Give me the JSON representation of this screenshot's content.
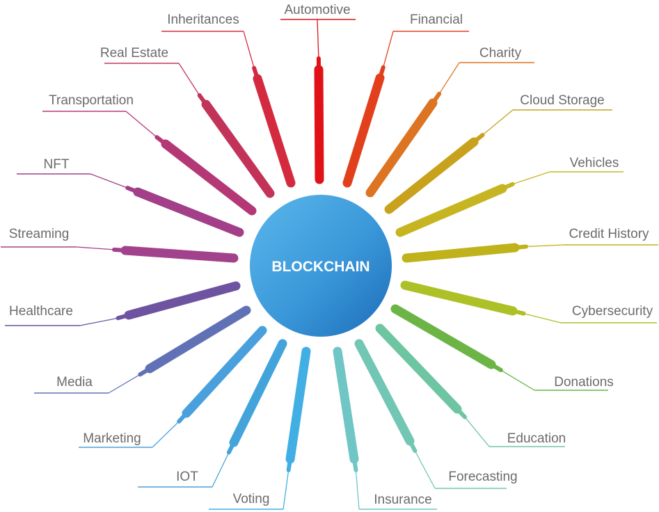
{
  "center": {
    "label": "BLOCKCHAIN",
    "gradient": [
      "#5bb7ea",
      "#3a97d9",
      "#1d6db8"
    ]
  },
  "branches": [
    {
      "id": "automotive",
      "label": "Automotive",
      "color": "#e01217"
    },
    {
      "id": "financial",
      "label": "Financial",
      "color": "#e2401c"
    },
    {
      "id": "charity",
      "label": "Charity",
      "color": "#dd7421"
    },
    {
      "id": "cloud-storage",
      "label": "Cloud Storage",
      "color": "#c9a21d"
    },
    {
      "id": "vehicles",
      "label": "Vehicles",
      "color": "#c6b521"
    },
    {
      "id": "credit-history",
      "label": "Credit History",
      "color": "#bfb21a"
    },
    {
      "id": "cybersecurity",
      "label": "Cybersecurity",
      "color": "#adc126"
    },
    {
      "id": "donations",
      "label": "Donations",
      "color": "#6cb445"
    },
    {
      "id": "education",
      "label": "Education",
      "color": "#6ec5a2"
    },
    {
      "id": "forecasting",
      "label": "Forecasting",
      "color": "#72c6b4"
    },
    {
      "id": "insurance",
      "label": "Insurance",
      "color": "#70c5c5"
    },
    {
      "id": "voting",
      "label": "Voting",
      "color": "#41aee4"
    },
    {
      "id": "iot",
      "label": "IOT",
      "color": "#43a4dc"
    },
    {
      "id": "marketing",
      "label": "Marketing",
      "color": "#4aa0dd"
    },
    {
      "id": "media",
      "label": "Media",
      "color": "#6171b5"
    },
    {
      "id": "healthcare",
      "label": "Healthcare",
      "color": "#6e54a0"
    },
    {
      "id": "streaming",
      "label": "Streaming",
      "color": "#a2418c"
    },
    {
      "id": "nft",
      "label": "NFT",
      "color": "#a23f88"
    },
    {
      "id": "transportation",
      "label": "Transportation",
      "color": "#b43875"
    },
    {
      "id": "real-estate",
      "label": "Real Estate",
      "color": "#c33359"
    },
    {
      "id": "inheritances",
      "label": "Inheritances",
      "color": "#d42a40"
    }
  ],
  "label_color": "#6b6b6b"
}
